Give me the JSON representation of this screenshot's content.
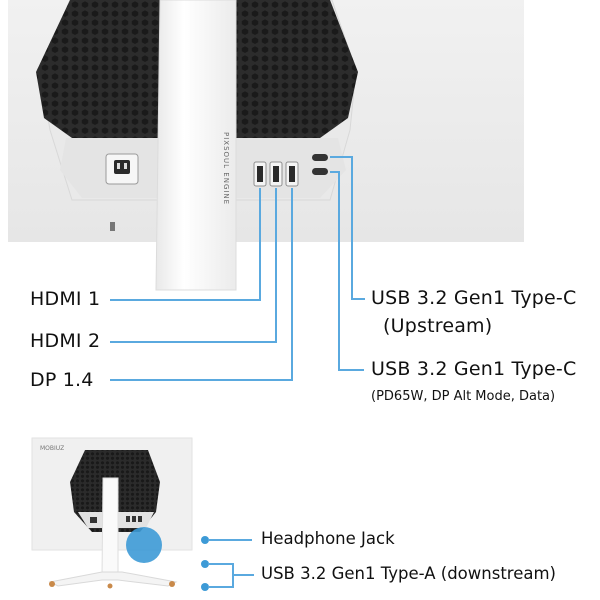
{
  "top_view": {
    "monitor_vertical_text": "PIXSOUL ENGINE",
    "labels": {
      "hdmi1": "HDMI 1",
      "hdmi2": "HDMI 2",
      "dp": "DP 1.4",
      "usbc_upstream_line1": "USB 3.2 Gen1 Type-C",
      "usbc_upstream_line2": "(Upstream)",
      "usbc_pd_line1": "USB 3.2 Gen1 Type-C",
      "usbc_pd_line2": "(PD65W, DP Alt Mode, Data)"
    }
  },
  "bottom_view": {
    "brand_text": "MOBIUZ",
    "labels": {
      "headphone": "Headphone Jack",
      "usba": "USB 3.2 Gen1 Type-A (downstream)"
    }
  },
  "colors": {
    "accent_line": "#5aa9df",
    "monitor_body": "#ececec",
    "back_panel_dark": "#2b2b2b",
    "stand": "#f7f7f7"
  }
}
